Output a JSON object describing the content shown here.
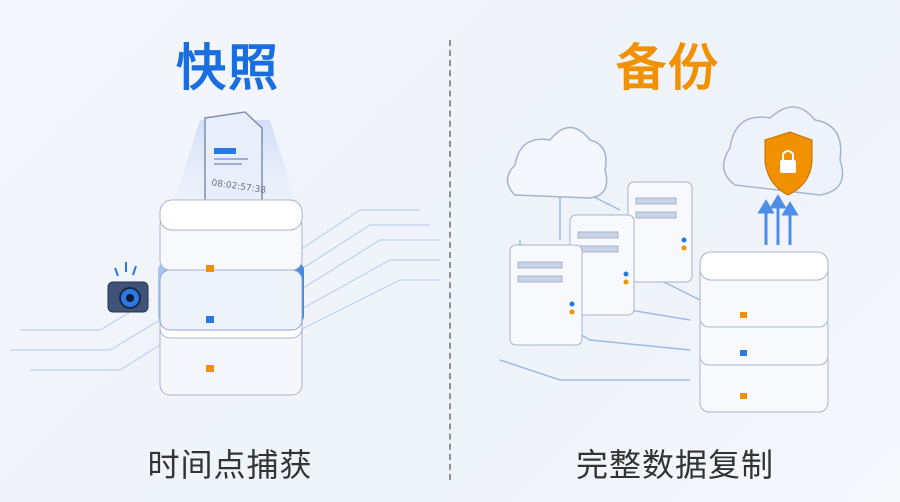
{
  "left": {
    "title": "快照",
    "caption": "时间点捕获",
    "timestamp": "08:02:57:38",
    "color": "#1a6fe0"
  },
  "right": {
    "title": "备份",
    "caption": "完整数据复制",
    "color": "#f29100"
  }
}
